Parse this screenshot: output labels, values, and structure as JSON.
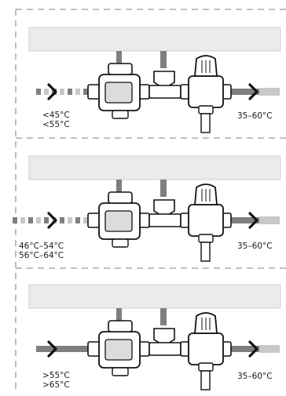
{
  "panels": [
    {
      "temp_in": [
        "<45°C",
        "<55°C"
      ],
      "temp_out": "35–60°C",
      "inlet_style": "dashed"
    },
    {
      "temp_in": [
        "46°C–54°C",
        "56°C–64°C"
      ],
      "temp_out": "35–60°C",
      "inlet_style": "dashed"
    },
    {
      "temp_in": [
        ">55°C",
        ">65°C"
      ],
      "temp_out": "35–60°C",
      "inlet_style": "solid"
    }
  ],
  "colors": {
    "pipe": "#7f7f7f",
    "pipe_light": "#c8c8c8",
    "header_bar": "#ebebeb",
    "line": "#111111",
    "border_dash": "#9a9a9a"
  },
  "icons": [
    "arrow-right-icon",
    "mixing-valve-icon",
    "thermostatic-valve-icon"
  ]
}
